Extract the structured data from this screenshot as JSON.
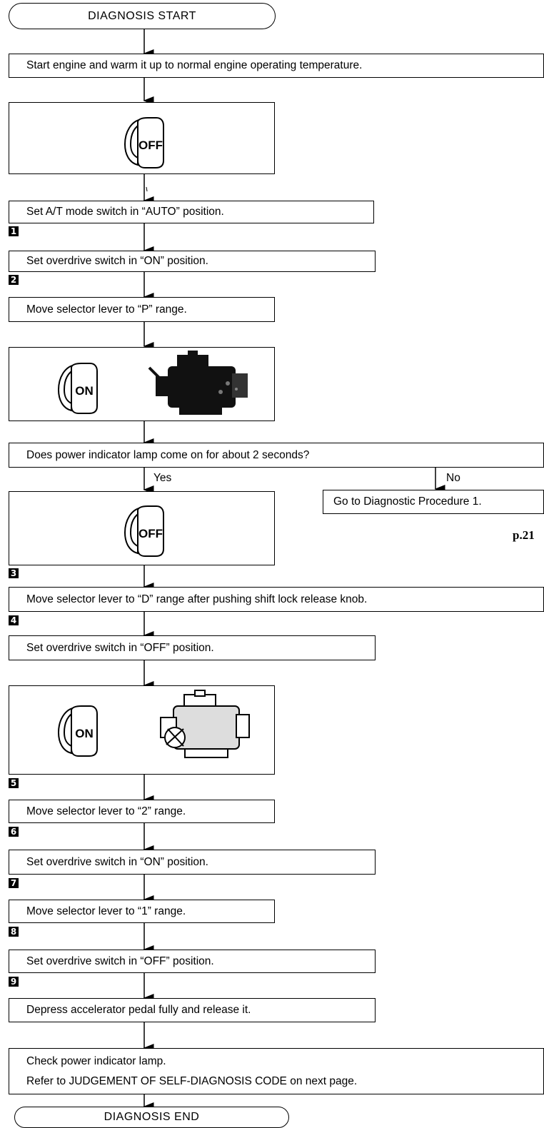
{
  "start": "DIAGNOSIS START",
  "end": "DIAGNOSIS END",
  "steps": {
    "warm_up": "Start engine and warm it up to normal engine operating temperature.",
    "mode_auto": "Set A/T mode switch in “AUTO” position.",
    "od_on_1": "Set overdrive switch in “ON” position.",
    "lever_p": "Move selector lever to “P” range.",
    "question": "Does power indicator lamp come on for about 2 seconds?",
    "lever_d": "Move selector lever to “D” range after pushing shift lock release knob.",
    "od_off_1": "Set overdrive switch in “OFF” position.",
    "lever_2": "Move selector lever to “2” range.",
    "od_on_2": "Set overdrive switch in “ON” position.",
    "lever_1": "Move selector lever to “1” range.",
    "od_off_2": "Set overdrive switch in “OFF” position.",
    "pedal": "Depress accelerator pedal fully and release it.",
    "check_line1": "Check power indicator lamp.",
    "check_line2": "Refer to JUDGEMENT OF SELF-DIAGNOSIS CODE on next page."
  },
  "branch": {
    "yes": "Yes",
    "no": "No",
    "no_action": "Go to Diagnostic Procedure 1.",
    "page_ref": "p.21"
  },
  "ignition": {
    "off": "OFF",
    "on": "ON"
  },
  "step_numbers": [
    "1",
    "2",
    "3",
    "4",
    "5",
    "6",
    "7",
    "8",
    "9"
  ]
}
